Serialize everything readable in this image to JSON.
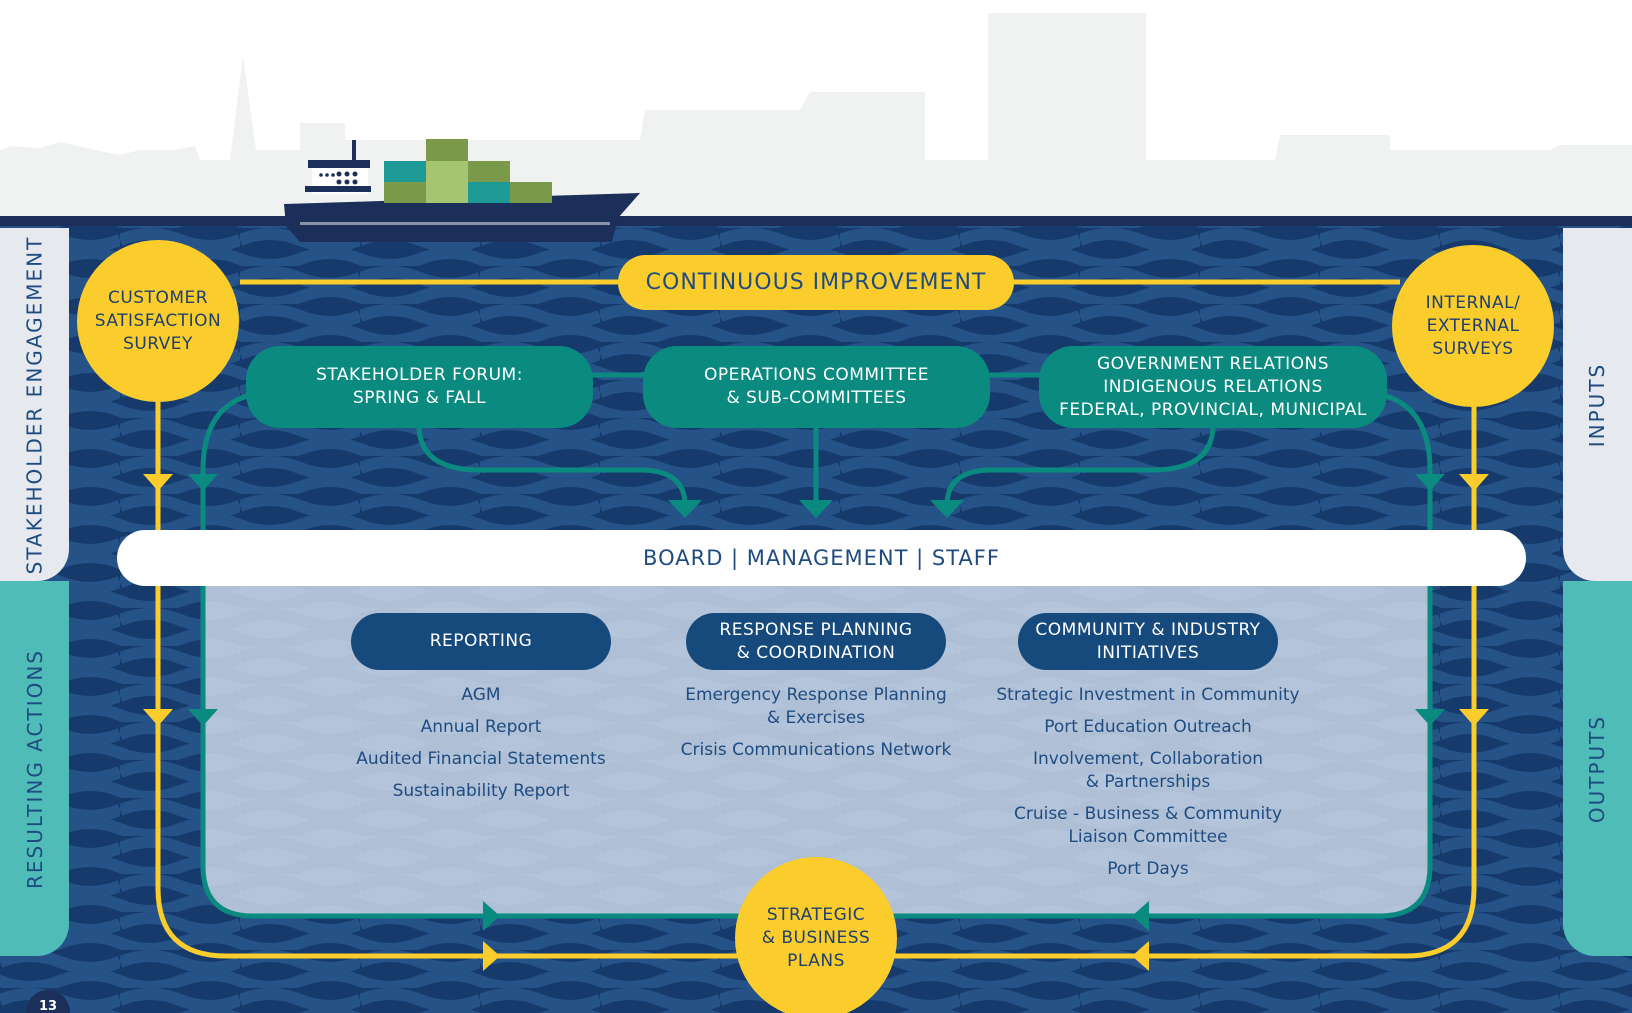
{
  "colors": {
    "sky": "#ffffff",
    "skyline": "#f0f1f1",
    "navy": "#1b2f5a",
    "sea_dark": "#163a6c",
    "sea_light": "#26548a",
    "teal": "#0b8a80",
    "yellow": "#fbcd2c",
    "panel_pale": "#e6e9ee",
    "panel_teal": "#4fbcb8",
    "inner_panel": "#b4c4da",
    "text_navy": "#1f4c80"
  },
  "side_tabs": {
    "left_top": "STAKEHOLDER ENGAGEMENT",
    "left_bottom": "RESULTING ACTIONS",
    "right_top": "INPUTS",
    "right_bottom": "OUTPUTS"
  },
  "top_bar": {
    "continuous_improvement": "CONTINUOUS IMPROVEMENT"
  },
  "circles": {
    "customer_survey": "CUSTOMER\nSATISFACTION\nSURVEY",
    "internal_surveys": "INTERNAL/\nEXTERNAL\nSURVEYS",
    "strategic_plans": "STRATEGIC\n& BUSINESS\nPLANS"
  },
  "input_nodes": {
    "stakeholder_forum": "STAKEHOLDER FORUM:\nSPRING & FALL",
    "operations_committee": "OPERATIONS COMMITTEE\n& SUB-COMMITTEES",
    "government_relations": "GOVERNMENT RELATIONS\nINDIGENOUS RELATIONS\nFEDERAL, PROVINCIAL, MUNICIPAL"
  },
  "board_bar": "BOARD | MANAGEMENT | STAFF",
  "output_columns": [
    {
      "heading": "REPORTING",
      "items": [
        "AGM",
        "Annual Report",
        "Audited Financial Statements",
        "Sustainability Report"
      ]
    },
    {
      "heading": "RESPONSE PLANNING\n& COORDINATION",
      "items": [
        "Emergency Response Planning\n& Exercises",
        "Crisis Communications Network"
      ]
    },
    {
      "heading": "COMMUNITY & INDUSTRY\nINITIATIVES",
      "items": [
        "Strategic Investment in Community",
        "Port Education Outreach",
        "Involvement, Collaboration\n& Partnerships",
        "Cruise - Business & Community\nLiaison Committee",
        "Port Days"
      ]
    }
  ],
  "page_number": "13"
}
